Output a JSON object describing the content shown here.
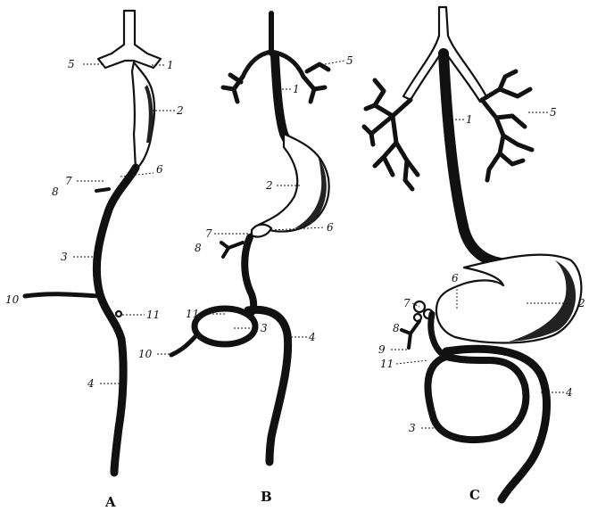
{
  "figure": {
    "panels": [
      {
        "id": "A",
        "caption": "A",
        "labels": [
          "5",
          "1",
          "2",
          "7",
          "6",
          "8",
          "3",
          "10",
          "11",
          "4"
        ]
      },
      {
        "id": "B",
        "caption": "B",
        "labels": [
          "5",
          "1",
          "2",
          "7",
          "6",
          "8",
          "11",
          "3",
          "4",
          "10"
        ]
      },
      {
        "id": "C",
        "caption": "C",
        "labels": [
          "5",
          "1",
          "6",
          "2",
          "7",
          "8",
          "9",
          "11",
          "4",
          "3"
        ]
      }
    ]
  }
}
